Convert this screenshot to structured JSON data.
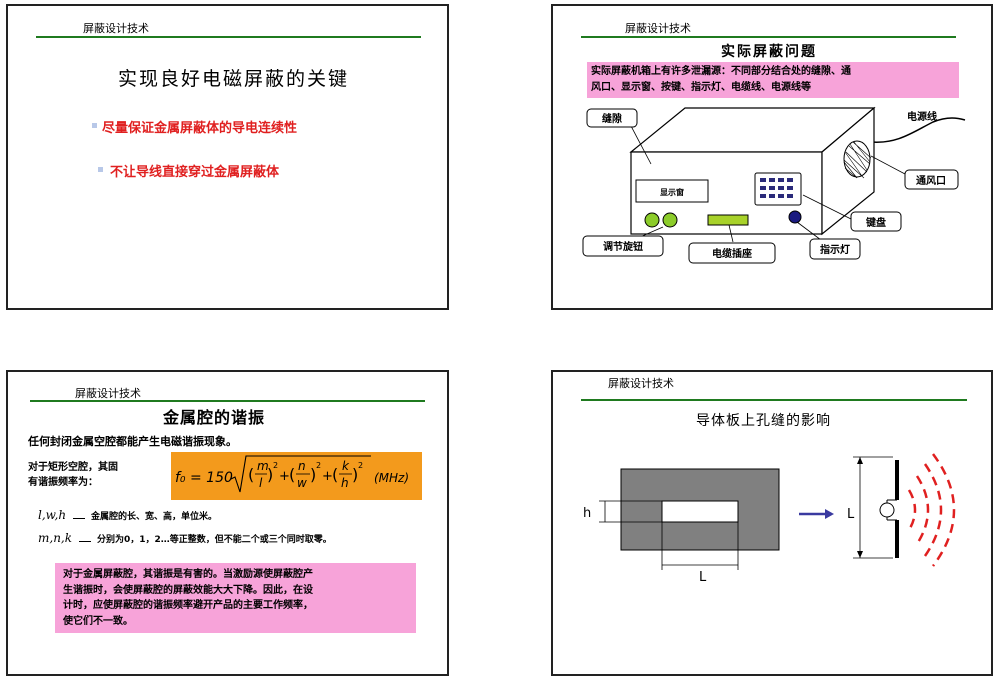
{
  "header_text": "屏蔽设计技术",
  "slide1": {
    "title": "实现良好电磁屏蔽的关键",
    "bullets": [
      "尽量保证金属屏蔽体的导电连续性",
      "不让导线直接穿过金属屏蔽体"
    ]
  },
  "slide2": {
    "title": "实际屏蔽问题",
    "note_line1": "实际屏蔽机箱上有许多泄漏源：不同部分结合处的缝隙、通",
    "note_line2": "风口、显示窗、按键、指示灯、电缆线、电源线等",
    "labels": {
      "gap": "缝隙",
      "power_cord": "电源线",
      "display": "显示窗",
      "vent": "通风口",
      "keypad": "键盘",
      "knob": "调节旋钮",
      "cable_socket": "电缆插座",
      "indicator": "指示灯"
    }
  },
  "slide3": {
    "title": "金属腔的谐振",
    "intro": "任何封闭金属空腔都能产生电磁谐振现象。",
    "rect_line1": "对于矩形空腔，其固",
    "rect_line2": "有谐振频率为：",
    "formula": {
      "f0": "f₀ = 150",
      "m": "m",
      "l": "l",
      "n": "n",
      "w": "w",
      "k": "k",
      "h": "h",
      "sq": "2",
      "plus": "+",
      "unit": "(MHz)"
    },
    "def1_vars": "l,w,h",
    "def1_text": "金属腔的长、宽、高，单位米。",
    "def2_vars": "m,n,k",
    "def2_text": "分别为0，1，2…等正整数，但不能二个或三个同时取零。",
    "note_lines": [
      "对于金属屏蔽腔，其谐振是有害的。当激励源使屏蔽腔产",
      "生谐振时，会使屏蔽腔的屏蔽效能大大下降。因此，在设",
      "计时，应使屏蔽腔的谐振频率避开产品的主要工作频率，",
      "使它们不一致。"
    ]
  },
  "slide4": {
    "title": "导体板上孔缝的影响",
    "h_label": "h",
    "L_label_bottom": "L",
    "L_label_right": "L"
  }
}
